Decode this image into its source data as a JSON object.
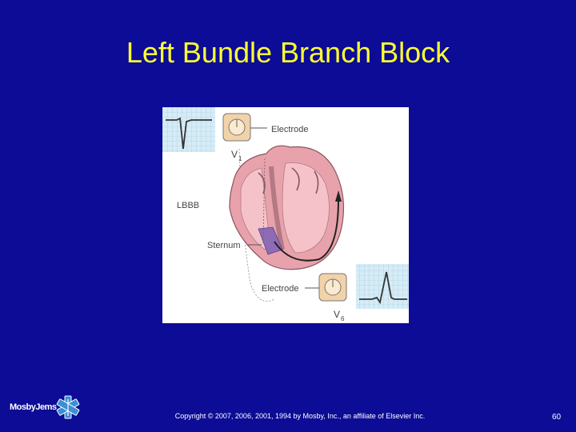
{
  "slide": {
    "title": "Left Bundle Branch Block",
    "copyright": "Copyright © 2007, 2006, 2001, 1994 by Mosby, Inc., an affiliate of Elsevier Inc.",
    "page_number": "60"
  },
  "figure": {
    "labels": {
      "electrode_top": "Electrode",
      "lead_v1": "V",
      "lead_v1_sub": "1",
      "condition": "LBBB",
      "sternum": "Sternum",
      "electrode_bottom": "Electrode",
      "lead_v6": "V",
      "lead_v6_sub": "6"
    }
  },
  "logo": {
    "text": "MosbyJems"
  },
  "colors": {
    "background": "#0c0c96",
    "title": "#ffff33",
    "heart_outer": "#e8a2ac",
    "heart_inner": "#f4c2c8",
    "septum_block": "#8e6bb5",
    "ecg_grid": "#cfe6f2"
  }
}
